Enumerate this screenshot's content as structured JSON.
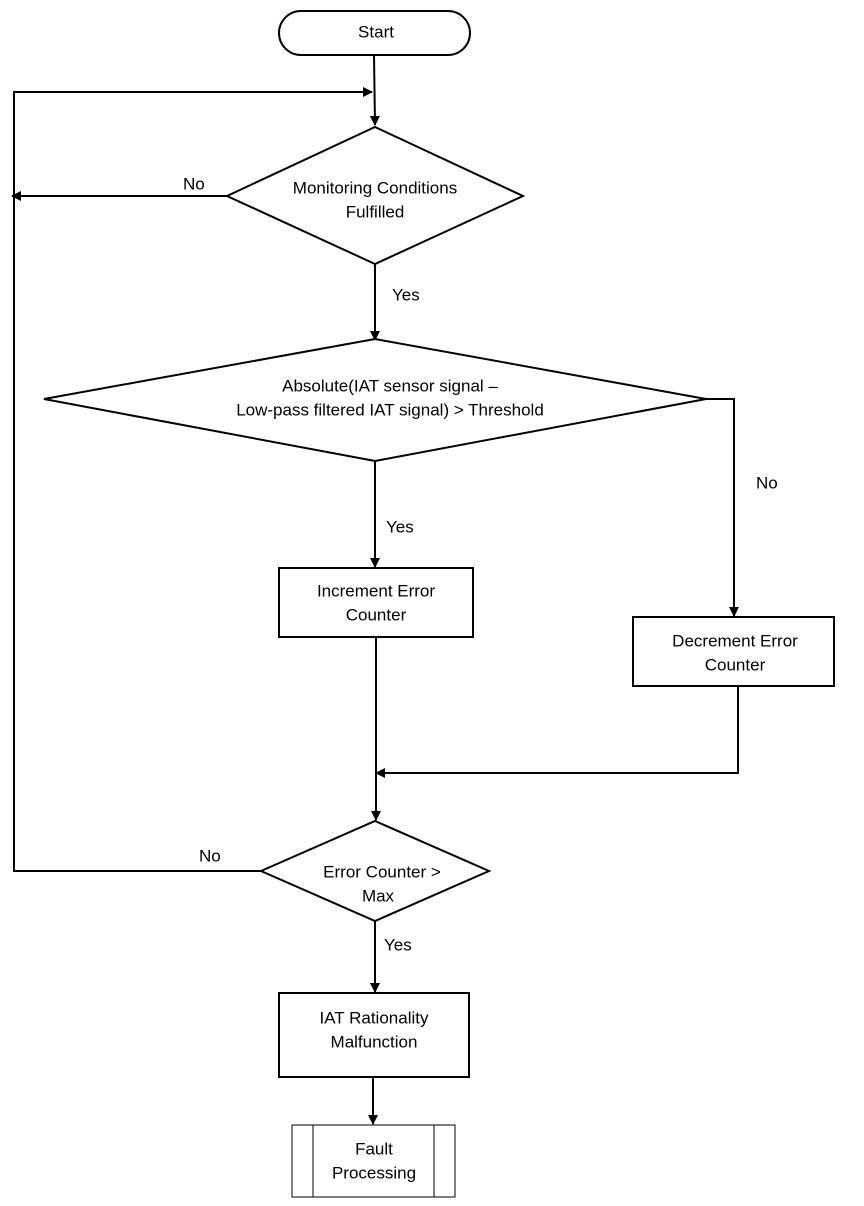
{
  "nodes": {
    "start": {
      "label": "Start"
    },
    "monitoring": {
      "line1": "Monitoring Conditions",
      "line2": "Fulfilled"
    },
    "threshold": {
      "line1": "Absolute(IAT sensor signal –",
      "line2": "Low-pass filtered IAT signal) > Threshold"
    },
    "increment": {
      "line1": "Increment Error",
      "line2": "Counter"
    },
    "decrement": {
      "line1": "Decrement Error",
      "line2": "Counter"
    },
    "counter_check": {
      "line1": "Error Counter >",
      "line2": "Max"
    },
    "malfunction": {
      "line1": "IAT Rationality",
      "line2": "Malfunction"
    },
    "fault": {
      "line1": "Fault",
      "line2": "Processing"
    }
  },
  "edges": {
    "monitoring_no": "No",
    "monitoring_yes": "Yes",
    "threshold_yes": "Yes",
    "threshold_no": "No",
    "counter_no": "No",
    "counter_yes": "Yes"
  }
}
